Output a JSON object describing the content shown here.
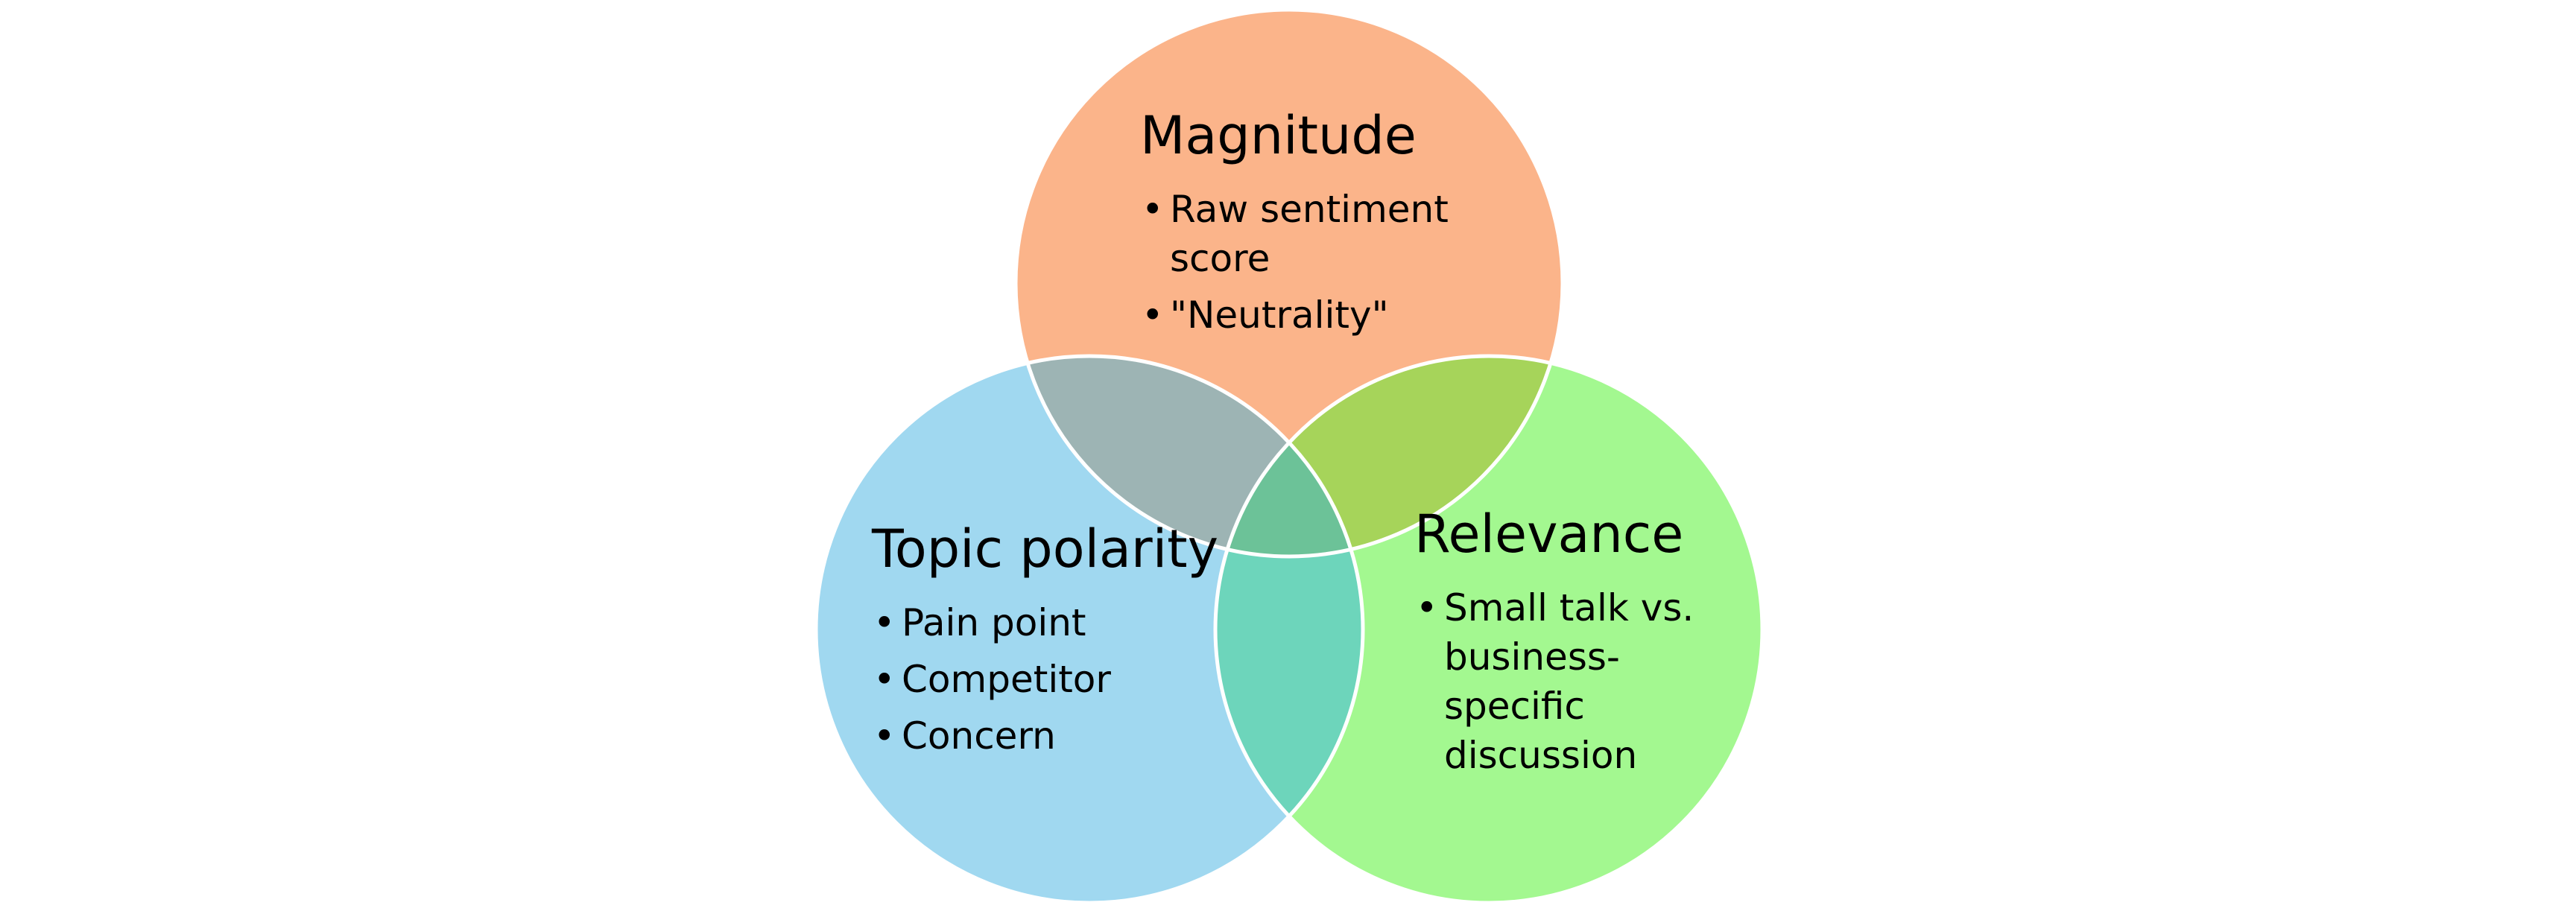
{
  "diagram": {
    "circles": [
      {
        "id": "magnitude",
        "title": "Magnitude",
        "color": "#FBB48A",
        "bullet_symbol": "•",
        "bullets": [
          "Raw sentiment score",
          "\"Neutrality\""
        ]
      },
      {
        "id": "topic-polarity",
        "title": "Topic polarity",
        "color": "#A0D8F0",
        "bullet_symbol": "•",
        "bullets": [
          "Pain point",
          "Competitor",
          "Concern"
        ]
      },
      {
        "id": "relevance",
        "title": "Relevance",
        "color": "#A3F890",
        "bullet_symbol": "•",
        "bullets": [
          "Small talk vs. business-specific discussion"
        ]
      }
    ],
    "overlap_colors": {
      "magnitude_topic": "#9DB4B4",
      "magnitude_relevance": "#A6D45A",
      "topic_relevance": "#6DD5BB",
      "center": "#6CC298"
    },
    "outline_color": "#FFFFFF"
  }
}
